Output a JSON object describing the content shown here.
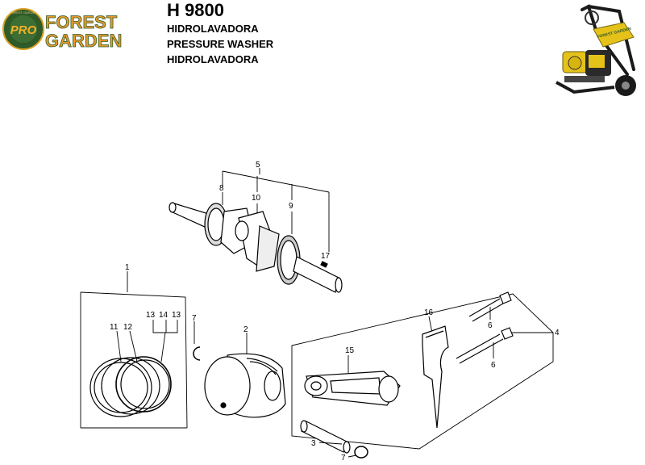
{
  "brand": {
    "badge": "PRO",
    "ring_text": "FOREST GARDEN",
    "name_line1": "FOREST",
    "name_line2": "GARDEN",
    "colors": {
      "green": "#2f5b2a",
      "gold": "#d8a020",
      "orange": "#e79a2c"
    }
  },
  "header": {
    "model": "H 9800",
    "lines": [
      "HIDROLAVADORA",
      "PRESSURE WASHER",
      "HIDROLAVADORA"
    ]
  },
  "product_photo": {
    "icon": "pressure-washer-photo",
    "label": "FOREST GARDEN"
  },
  "diagram": {
    "callouts": {
      "c1": "1",
      "c2": "2",
      "c3": "3",
      "c4": "4",
      "c5": "5",
      "c6a": "6",
      "c6b": "6",
      "c7a": "7",
      "c7b": "7",
      "c8": "8",
      "c9": "9",
      "c10": "10",
      "c11": "11",
      "c12": "12",
      "c13a": "13",
      "c14": "14",
      "c13b": "13",
      "c15": "15",
      "c16": "16",
      "c17": "17"
    }
  }
}
